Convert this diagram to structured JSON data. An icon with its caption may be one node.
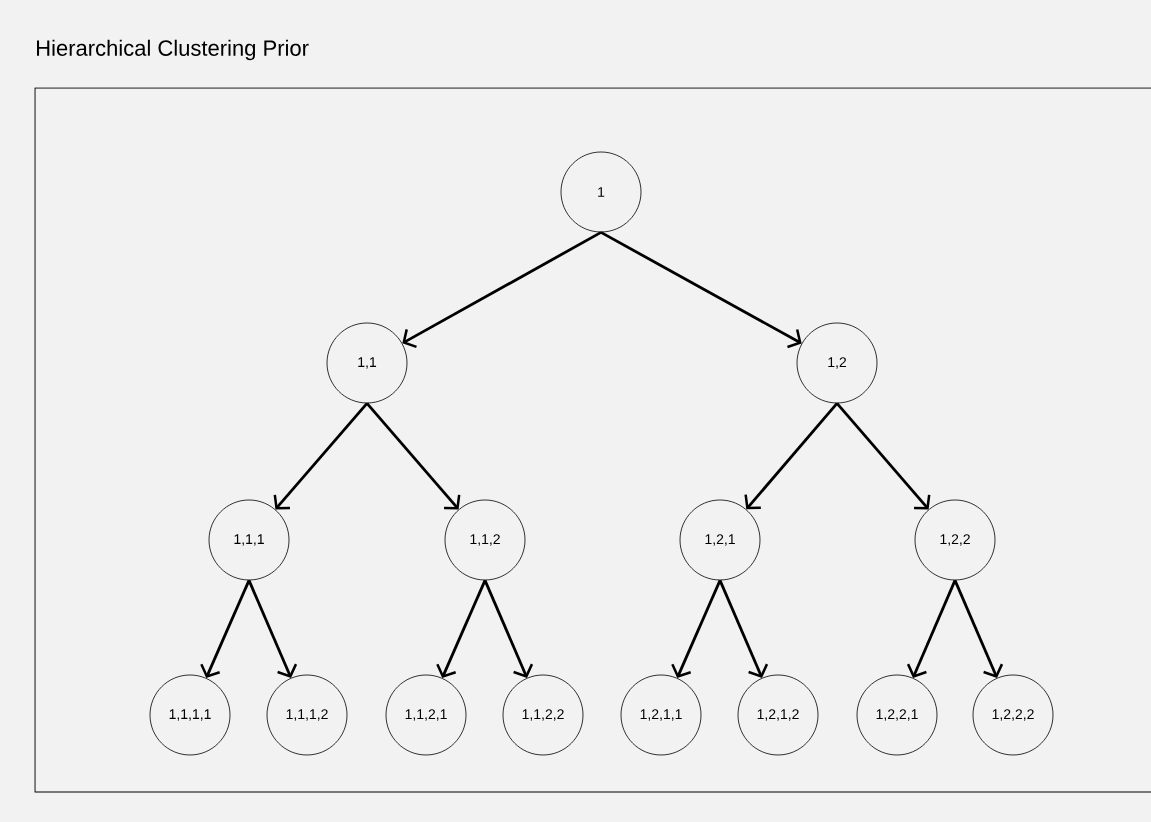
{
  "diagram": {
    "title": "Hierarchical Clustering Prior",
    "nodes": [
      {
        "text": [
          "1"
        ]
      },
      {
        "text": [
          "1,1"
        ]
      },
      {
        "text": [
          "1,2"
        ]
      },
      {
        "text": [
          "1,1,1"
        ]
      },
      {
        "text": [
          "1,1,2"
        ]
      },
      {
        "text": [
          "1,2,1"
        ]
      },
      {
        "text": [
          "1,2,2"
        ]
      },
      {
        "text": [
          "1,1,1,1"
        ]
      },
      {
        "text": [
          "1,1,1,2"
        ]
      },
      {
        "text": [
          "1,1,2,1"
        ]
      },
      {
        "text": [
          "1,1,2,2"
        ]
      },
      {
        "text": [
          "1,2,1,1"
        ]
      },
      {
        "text": [
          "1,2,1,2"
        ]
      },
      {
        "text": [
          "1,2,2,1"
        ]
      },
      {
        "text": [
          "1,2,2,2"
        ]
      }
    ],
    "edges": [
      {
        "from": 0,
        "to": 1,
        "arrow": "to"
      },
      {
        "from": 0,
        "to": 2,
        "arrow": "to"
      },
      {
        "from": 1,
        "to": 3,
        "arrow": "to"
      },
      {
        "from": 1,
        "to": 4,
        "arrow": "to"
      },
      {
        "from": 2,
        "to": 5,
        "arrow": "to"
      },
      {
        "from": 2,
        "to": 6,
        "arrow": "to"
      },
      {
        "from": 3,
        "to": 7,
        "arrow": "to"
      },
      {
        "from": 3,
        "to": 8,
        "arrow": "to"
      },
      {
        "from": 4,
        "to": 9,
        "arrow": "to"
      },
      {
        "from": 4,
        "to": 10,
        "arrow": "to"
      },
      {
        "from": 5,
        "to": 11,
        "arrow": "to"
      },
      {
        "from": 5,
        "to": 12,
        "arrow": "to"
      },
      {
        "from": 6,
        "to": 13,
        "arrow": "to"
      },
      {
        "from": 6,
        "to": 14,
        "arrow": "to"
      }
    ]
  }
}
